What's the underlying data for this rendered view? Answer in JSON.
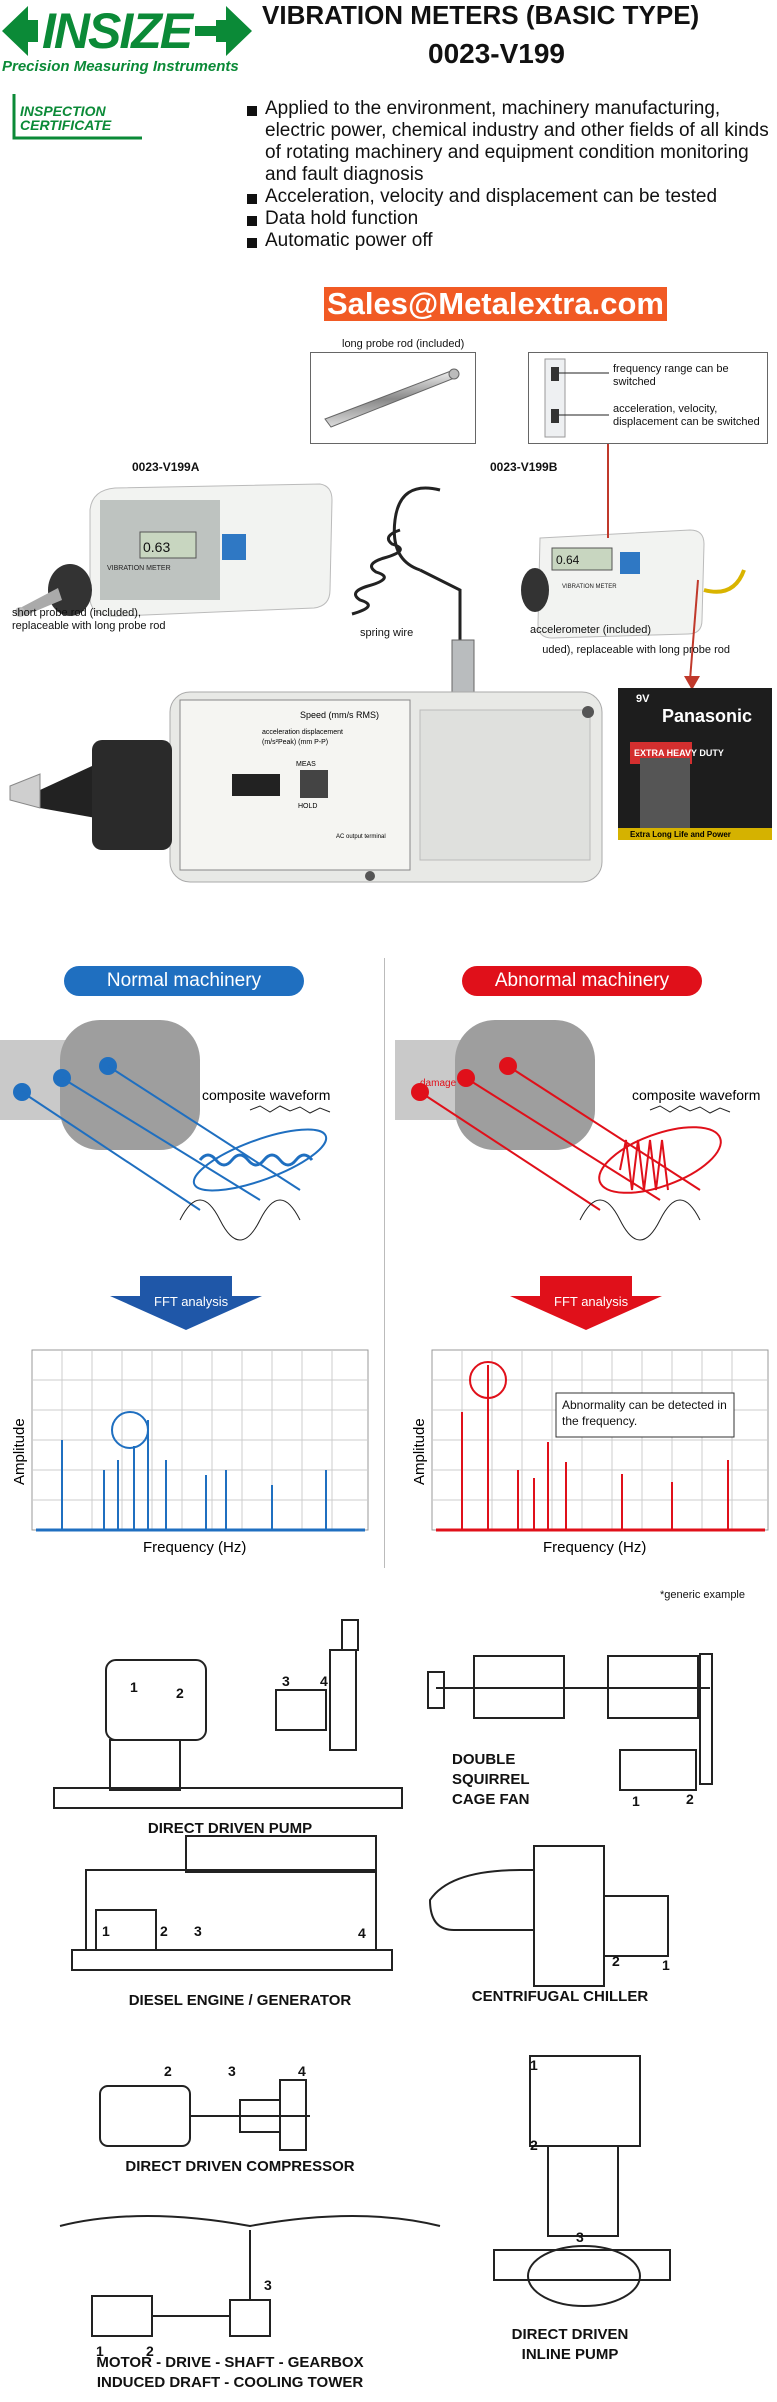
{
  "brand": {
    "name": "INSIZE",
    "tagline": "Precision Measuring Instruments",
    "certificate_line1": "INSPECTION",
    "certificate_line2": "CERTIFICATE"
  },
  "product": {
    "title": "VIBRATION METERS (BASIC TYPE)",
    "model": "0023-V199"
  },
  "features": [
    "Applied to the environment, machinery manufacturing, electric power, chemical industry and other fields of all kinds of rotating machinery and equipment condition monitoring and fault diagnosis",
    "Acceleration, velocity and displacement can be tested",
    "Data hold function",
    "Automatic power off"
  ],
  "sales_email": "Sales@Metalextra.com",
  "photo_labels": {
    "long_probe": "long probe rod (included)",
    "freq_switch": "frequency range can be switched",
    "mode_switch": "acceleration, velocity, displacement can be switched",
    "model_a": "0023-V199A",
    "model_b": "0023-V199B",
    "short_probe": "short probe rod (included), replaceable with long probe rod",
    "spring_wire": "spring wire",
    "accelerometer": "accelerometer (included)",
    "b_probe": "uded), replaceable with long probe rod",
    "device_a_display": "0.63",
    "device_b_display": "0.64",
    "device_label": "VIBRATION METER",
    "battery_brand": "Panasonic",
    "battery_type": "EXTRA HEAVY DUTY",
    "battery_volt": "9V",
    "battery_tagline": "Extra Long Life and Power",
    "panel_label_1": "Speed (mm/s RMS)",
    "panel_label_2": "acceleration displacement",
    "panel_label_3": "(m/s²Peak) (mm P-P)",
    "panel_hold": "HOLD",
    "panel_meas": "MEAS",
    "panel_ac": "AC output terminal"
  },
  "comparison": {
    "normal_title": "Normal machinery",
    "abnormal_title": "Abnormal machinery",
    "composite": "composite waveform",
    "damage": "damage",
    "fft": "FFT analysis",
    "amplitude": "Amplitude",
    "frequency": "Frequency (Hz)",
    "abnormality_note": "Abnormality can be detected in the frequency.",
    "generic_example": "*generic example",
    "colors": {
      "normal": "#1f6fc0",
      "abnormal": "#e0101a"
    }
  },
  "applications": [
    {
      "label": "DIRECT DRIVEN PUMP"
    },
    {
      "label": "DOUBLE SQUIRREL CAGE FAN"
    },
    {
      "label": "DIESEL ENGINE / GENERATOR"
    },
    {
      "label": "CENTRIFUGAL CHILLER"
    },
    {
      "label": "DIRECT DRIVEN COMPRESSOR"
    },
    {
      "label": "MOTOR - DRIVE - SHAFT - GEARBOX"
    },
    {
      "label": "INDUCED DRAFT - COOLING TOWER"
    },
    {
      "label": "DIRECT DRIVEN"
    },
    {
      "label": "INLINE PUMP"
    }
  ],
  "point_numbers": [
    "1",
    "2",
    "3",
    "4"
  ]
}
